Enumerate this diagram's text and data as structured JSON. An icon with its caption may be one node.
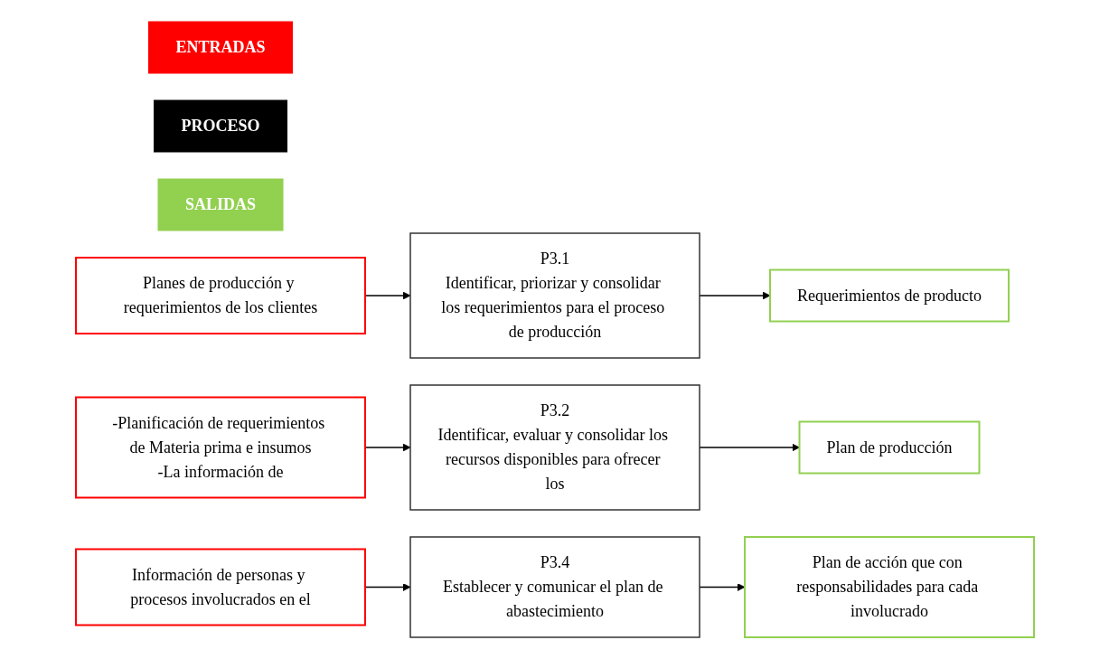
{
  "diagram": {
    "nodes": [
      {
        "text": [
          "ENTRADAS"
        ]
      },
      {
        "text": [
          "PROCESO"
        ]
      },
      {
        "text": [
          "SALIDAS"
        ]
      },
      {
        "text": [
          "Planes de producción y requerimientos de los clientes"
        ]
      },
      {
        "text": [
          "P3.1",
          "Identificar, priorizar y consolidar los requerimientos para el proceso de producción"
        ]
      },
      {
        "text": [
          "Requerimientos de producto"
        ]
      },
      {
        "text": [
          "-Planificación de requerimientos de Materia prima e insumos",
          "-La información de"
        ]
      },
      {
        "text": [
          "P3.2",
          "Identificar, evaluar y consolidar los recursos disponibles para ofrecer los"
        ]
      },
      {
        "text": [
          "Plan de producción"
        ]
      },
      {
        "text": [
          "Información de personas y procesos involucrados en el"
        ]
      },
      {
        "text": [
          "P3.4",
          "Establecer y comunicar el plan de abastecimiento"
        ]
      },
      {
        "text": [
          "Plan de acción que con responsabilidades para cada involucrado"
        ]
      }
    ],
    "edges": [
      {
        "from": 3,
        "to": 4,
        "arrow": "to"
      },
      {
        "from": 4,
        "to": 5,
        "arrow": "to"
      },
      {
        "from": 6,
        "to": 7,
        "arrow": "to"
      },
      {
        "from": 7,
        "to": 8,
        "arrow": "to"
      },
      {
        "from": 9,
        "to": 10,
        "arrow": "to"
      },
      {
        "from": 10,
        "to": 11,
        "arrow": "to"
      }
    ]
  }
}
